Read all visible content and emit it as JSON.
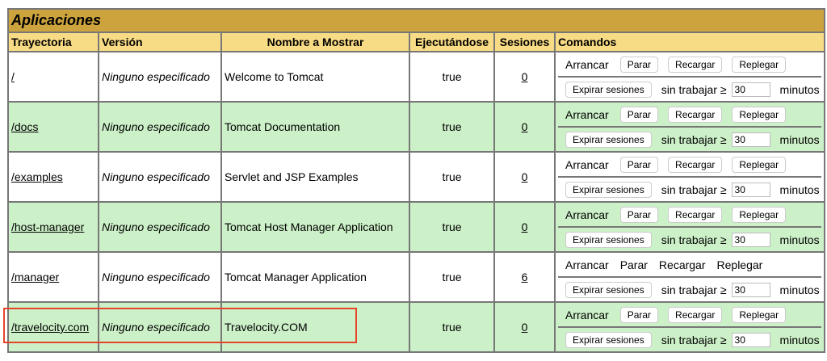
{
  "title": "Aplicaciones",
  "headers": [
    "Trayectoria",
    "Versión",
    "Nombre a Mostrar",
    "Ejecutándose",
    "Sesiones",
    "Comandos"
  ],
  "labels": {
    "start": "Arrancar",
    "stop": "Parar",
    "reload": "Recargar",
    "undeploy": "Replegar",
    "expire": "Expirar sesiones",
    "idle": "sin trabajar ≥",
    "minutes": "minutos"
  },
  "rows": [
    {
      "path": "/",
      "version": "Ninguno especificado",
      "name": "Welcome to Tomcat",
      "running": "true",
      "sessions": "0",
      "idle": "30"
    },
    {
      "path": "/docs",
      "version": "Ninguno especificado",
      "name": "Tomcat Documentation",
      "running": "true",
      "sessions": "0",
      "idle": "30"
    },
    {
      "path": "/examples",
      "version": "Ninguno especificado",
      "name": "Servlet and JSP Examples",
      "running": "true",
      "sessions": "0",
      "idle": "30"
    },
    {
      "path": "/host-manager",
      "version": "Ninguno especificado",
      "name": "Tomcat Host Manager Application",
      "running": "true",
      "sessions": "0",
      "idle": "30"
    },
    {
      "path": "/manager",
      "version": "Ninguno especificado",
      "name": "Tomcat Manager Application",
      "running": "true",
      "sessions": "6",
      "idle": "30"
    },
    {
      "path": "/travelocity.com",
      "version": "Ninguno especificado",
      "name": "Travelocity.COM",
      "running": "true",
      "sessions": "0",
      "idle": "30"
    }
  ]
}
